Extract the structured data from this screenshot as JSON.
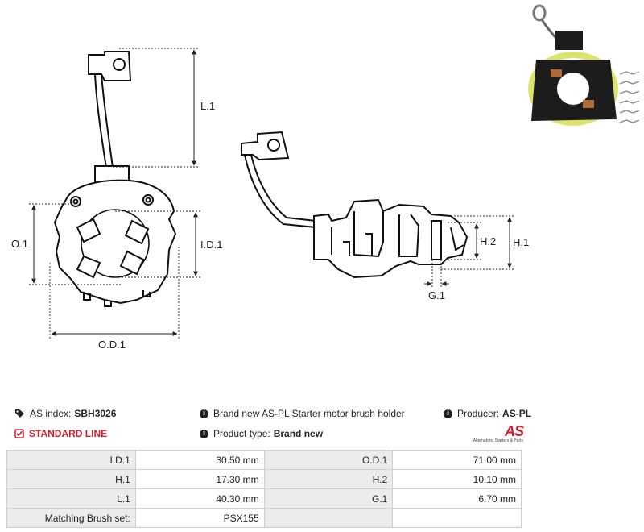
{
  "dimension_labels": {
    "l1": "L.1",
    "o1": "O.1",
    "id1": "I.D.1",
    "od1": "O.D.1",
    "h1": "H.1",
    "h2": "H.2",
    "g1": "G.1"
  },
  "info": {
    "as_index_label": "AS index:",
    "as_index_value": "SBH3026",
    "description": "Brand new AS-PL Starter motor brush holder",
    "producer_label": "Producer:",
    "producer_value": "AS-PL",
    "standard_line": "STANDARD LINE",
    "product_type_label": "Product type:",
    "product_type_value": "Brand new"
  },
  "logo": {
    "mark": "AS",
    "tagline": "Alternators, Starters & Parts"
  },
  "specs": [
    [
      "I.D.1",
      "30.50 mm",
      "O.D.1",
      "71.00 mm"
    ],
    [
      "H.1",
      "17.30 mm",
      "H.2",
      "10.10 mm"
    ],
    [
      "L.1",
      "40.30 mm",
      "G.1",
      "6.70 mm"
    ],
    [
      "Matching Brush set:",
      "PSX155",
      "",
      ""
    ]
  ],
  "colors": {
    "accent": "#d21f2b",
    "label_bg": "#ececec",
    "border": "#cfcfcf"
  },
  "icons": [
    "tag-icon",
    "check-square-icon",
    "info-icon"
  ]
}
